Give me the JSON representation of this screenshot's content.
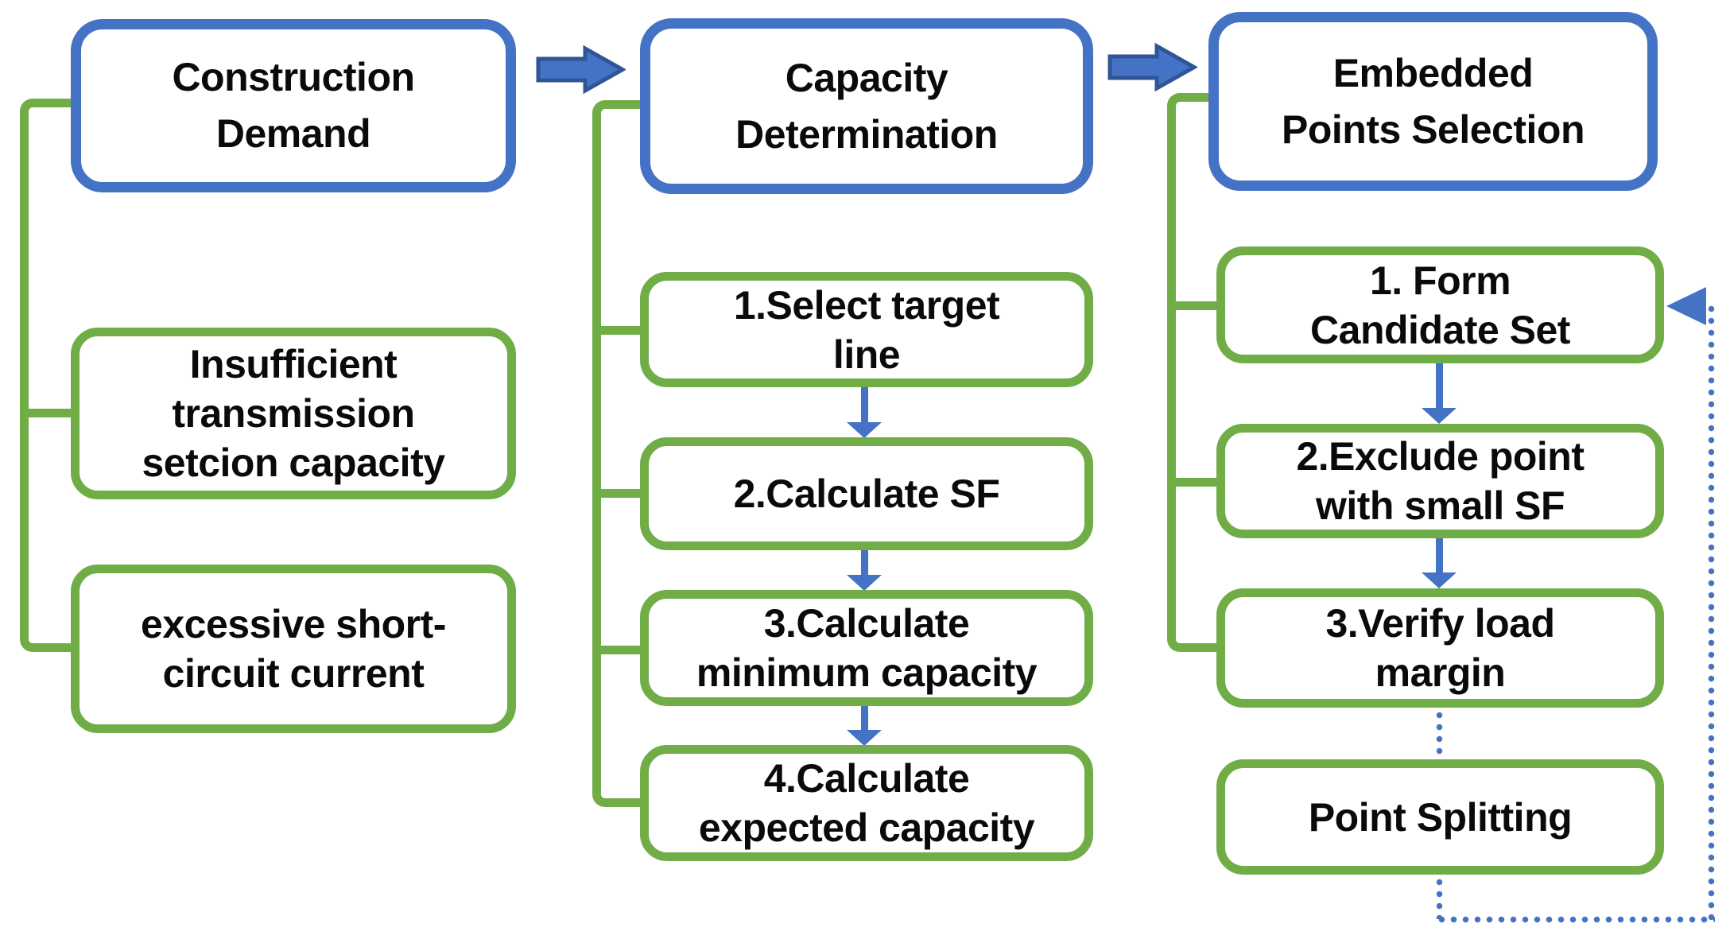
{
  "palette": {
    "box_border_blue": "#4472C4",
    "block_arrow_fill": "#4472C4",
    "block_arrow_outline": "#2F5597",
    "box_border_green": "#70AD47",
    "connector_blue": "#4472C4",
    "text_color": "#0a0a0a",
    "background": "#ffffff"
  },
  "columns": [
    {
      "id": "construction-demand",
      "header": "Construction\nDemand",
      "items": [
        {
          "label": "Insufficient\ntransmission\nsetcion capacity"
        },
        {
          "label": "excessive short-\ncircuit current"
        }
      ]
    },
    {
      "id": "capacity-determination",
      "header": "Capacity\nDetermination",
      "items": [
        {
          "label": "1.Select target\nline"
        },
        {
          "label": "2.Calculate SF"
        },
        {
          "label": "3.Calculate\nminimum capacity"
        },
        {
          "label": "4.Calculate\nexpected capacity"
        }
      ]
    },
    {
      "id": "embedded-points-selection",
      "header": "Embedded\nPoints Selection",
      "items": [
        {
          "label": "1. Form\nCandidate Set"
        },
        {
          "label": "2.Exclude point\nwith small SF"
        },
        {
          "label": "3.Verify load\nmargin"
        },
        {
          "label": "Point Splitting"
        }
      ]
    }
  ]
}
